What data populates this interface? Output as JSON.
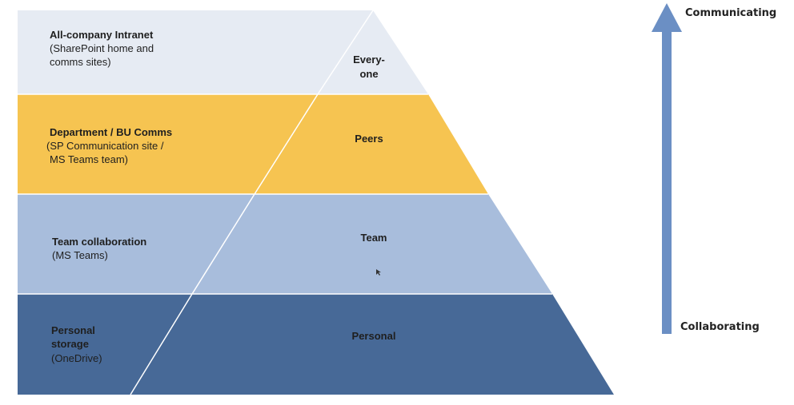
{
  "colors": {
    "tier1": "#e6ebf3",
    "tier2": "#f6c451",
    "tier3": "#a8bddc",
    "tier4": "#476997",
    "arrow": "#6b8fc4"
  },
  "tiers": [
    {
      "title": "All-company Intranet",
      "sub1": "(SharePoint home and",
      "sub2": "comms sites)",
      "audience1": "Every-",
      "audience2": "one"
    },
    {
      "title": "Department / BU Comms",
      "sub1": "(SP Communication site /",
      "sub2": "MS Teams team)",
      "audience": "Peers"
    },
    {
      "title": "Team collaboration",
      "sub1": "(MS Teams)",
      "audience": "Team"
    },
    {
      "title1": "Personal",
      "title2": "storage",
      "sub1": "(OneDrive)",
      "audience": "Personal"
    }
  ],
  "arrow": {
    "top_label": "Communicating",
    "bottom_label": "Collaborating",
    "icon": "up-arrow-icon"
  }
}
